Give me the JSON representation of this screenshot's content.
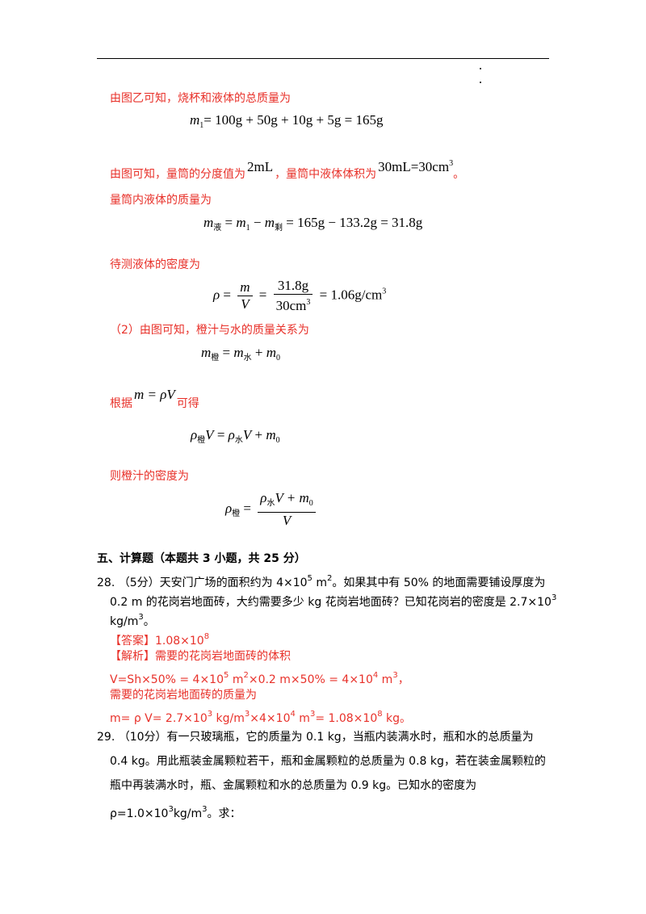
{
  "sol1": {
    "line_a": "由图乙可知，烧杯和液体的总质量为",
    "eq_total": {
      "lhs": "m",
      "sub": "1",
      "rhs": "= 100g + 50g + 10g + 5g = 165g"
    },
    "line_b_pre": "由图可知，量筒的分度值为",
    "line_b_val1": "2mL",
    "line_b_mid": "，量筒中液体体积为",
    "line_b_val2": "30mL=30cm",
    "line_b_sup": "3",
    "line_b_end": "。",
    "line_c": "量筒内液体的质量为",
    "eq_mass": {
      "m": "m",
      "sub_liq": "液",
      "eq": " = ",
      "m1": "m",
      "sub1": "1",
      "minus": " − ",
      "m2": "m",
      "sub_rem": "剩",
      "rhs": " = 165g − 133.2g = 31.8g"
    },
    "line_d": "待测液体的密度为",
    "eq_density": {
      "rho": "ρ",
      "eq": " = ",
      "num1": "m",
      "den1": "V",
      "eq2": " = ",
      "num2": "31.8g",
      "den2": "30cm",
      "den2_sup": "3",
      "rhs": " = 1.06g/cm",
      "rhs_sup": "3"
    }
  },
  "sol2": {
    "line_a": "（2）由图可知，橙汁与水的质量关系为",
    "eq_rel": {
      "m": "m",
      "sub_or": "橙",
      "eq": " = ",
      "m2": "m",
      "sub_w": "水",
      "plus": " + ",
      "m0": "m",
      "sub0": "0"
    },
    "line_b_pre": "根据",
    "line_b_formula": "m = ρV",
    "line_b_end": "可得",
    "eq_sub": {
      "rho": "ρ",
      "sub_or": "橙",
      "v": "V",
      "eq": " = ",
      "rho2": "ρ",
      "sub_w": "水",
      "v2": "V",
      "plus": " + ",
      "m0": "m",
      "sub0": "0"
    },
    "line_c": "则橙汁的密度为",
    "eq_final": {
      "rho": "ρ",
      "sub_or": "橙",
      "eq": " = ",
      "num_rho": "ρ",
      "num_sub": "水",
      "num_rest": "V + m",
      "num_sub0": "0",
      "den": "V"
    }
  },
  "section5": {
    "heading": "五、计算题（本题共 3 小题，共 25 分）"
  },
  "q28": {
    "line1": "28.  （5分）天安门广场的面积约为 4×10",
    "line1_sup": "5",
    "line1_b": " m",
    "line1_sup2": "2",
    "line1_c": "。如果其中有 50% 的地面需要铺设厚度为",
    "line2_a": "0.2 m 的花岗岩地面砖，大约需要多少 kg 花岗岩地面砖？已知花岗岩的密度是 2.7×10",
    "line2_sup": "3",
    "line3": "kg/m",
    "line3_sup": "3",
    "line3_end": "。",
    "answer_tag": "【答案】",
    "answer_val": "1.08×10",
    "answer_sup": "8",
    "analysis_tag": "【解析】",
    "analysis_line1": "需要的花岗岩地面砖的体积",
    "analysis_line2_a": "V=Sh×50% = 4×10",
    "analysis_line2_s1": "5",
    "analysis_line2_b": " m",
    "analysis_line2_s2": "2",
    "analysis_line2_c": "×0.2 m×50% = 4×10",
    "analysis_line2_s3": "4",
    "analysis_line2_d": " m",
    "analysis_line2_s4": "3",
    "analysis_line2_e": "，",
    "analysis_line3": "需要的花岗岩地面砖的质量为",
    "analysis_line4_a": "m= ρ V= 2.7×10",
    "analysis_line4_s1": "3",
    "analysis_line4_b": " kg/m",
    "analysis_line4_s2": "3",
    "analysis_line4_c": "×4×10",
    "analysis_line4_s3": "4",
    "analysis_line4_d": " m",
    "analysis_line4_s4": "3",
    "analysis_line4_e": "= 1.08×10",
    "analysis_line4_s5": "8",
    "analysis_line4_f": " kg。"
  },
  "q29": {
    "line1": "29.  （10分）有一只玻璃瓶，它的质量为 0.1 kg，当瓶内装满水时，瓶和水的总质量为",
    "line2": "0.4 kg。用此瓶装金属颗粒若干，瓶和金属颗粒的总质量为 0.8 kg，若在装金属颗粒的",
    "line3": "瓶中再装满水时，瓶、金属颗粒和水的总质量为 0.9 kg。已知水的密度为",
    "line4_a": "ρ=1.0×10",
    "line4_sup": "3",
    "line4_b": "kg/m",
    "line4_sup2": "3",
    "line4_c": "。求："
  },
  "colors": {
    "answer_red": "#e8312a",
    "text": "#000000"
  }
}
